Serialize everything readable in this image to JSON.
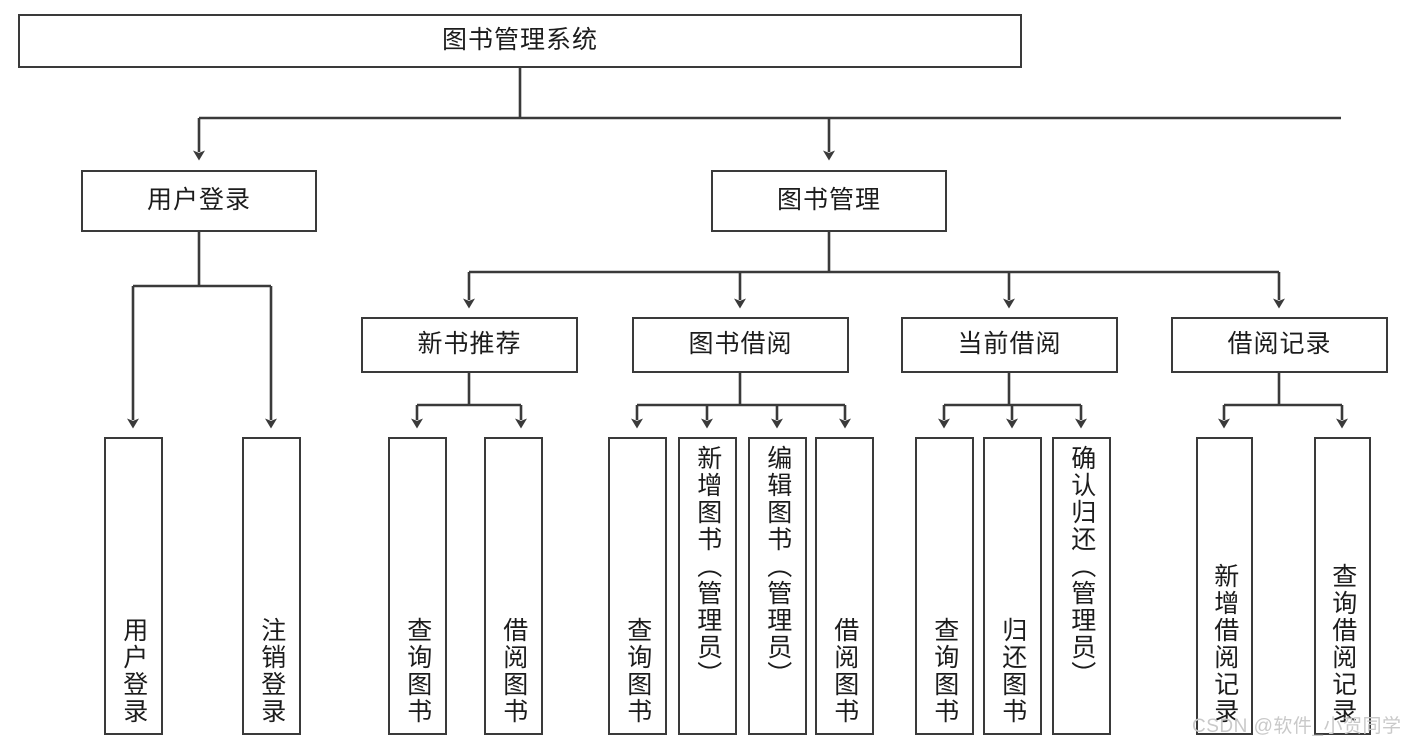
{
  "diagram": {
    "title": "图书管理系统",
    "watermark": "CSDN @软件_小贺同学",
    "line_color": "#3a3a3a",
    "box_fill": "#ffffff",
    "text_color": "#1c1c1c",
    "watermark_color": "#c9c9c9",
    "levels": {
      "root": "图书管理系统",
      "level2": [
        "用户登录",
        "图书管理"
      ],
      "level3": [
        "新书推荐",
        "图书借阅",
        "当前借阅",
        "借阅记录"
      ]
    },
    "nodes": {
      "root": {
        "label": "图书管理系统"
      },
      "user_login": {
        "label": "用户登录"
      },
      "book_manage": {
        "label": "图书管理"
      },
      "new_book_rec": {
        "label": "新书推荐"
      },
      "book_borrow": {
        "label": "图书借阅"
      },
      "current_borrow": {
        "label": "当前借阅"
      },
      "borrow_record": {
        "label": "借阅记录"
      },
      "leaf_user_login": {
        "label": "用户登录"
      },
      "leaf_logout": {
        "label": "注销登录"
      },
      "leaf_query_book_1": {
        "label": "查询图书"
      },
      "leaf_borrow_book_1": {
        "label": "借阅图书"
      },
      "leaf_query_book_2": {
        "label": "查询图书"
      },
      "leaf_add_book": {
        "label": "新增图书（管理员）"
      },
      "leaf_edit_book": {
        "label": "编辑图书（管理员）"
      },
      "leaf_borrow_book_2": {
        "label": "借阅图书"
      },
      "leaf_query_book_3": {
        "label": "查询图书"
      },
      "leaf_return_book": {
        "label": "归还图书"
      },
      "leaf_confirm_return": {
        "label": "确认归还（管理员）"
      },
      "leaf_add_record": {
        "label": "新增借阅记录"
      },
      "leaf_query_record": {
        "label": "查询借阅记录"
      }
    },
    "tree": {
      "name": "图书管理系统",
      "children": [
        {
          "name": "用户登录",
          "children": [
            {
              "name": "用户登录"
            },
            {
              "name": "注销登录"
            }
          ]
        },
        {
          "name": "图书管理",
          "children": [
            {
              "name": "新书推荐",
              "children": [
                {
                  "name": "查询图书"
                },
                {
                  "name": "借阅图书"
                }
              ]
            },
            {
              "name": "图书借阅",
              "children": [
                {
                  "name": "查询图书"
                },
                {
                  "name": "新增图书（管理员）"
                },
                {
                  "name": "编辑图书（管理员）"
                },
                {
                  "name": "借阅图书"
                }
              ]
            },
            {
              "name": "当前借阅",
              "children": [
                {
                  "name": "查询图书"
                },
                {
                  "name": "归还图书"
                },
                {
                  "name": "确认归还（管理员）"
                }
              ]
            },
            {
              "name": "借阅记录",
              "children": [
                {
                  "name": "新增借阅记录"
                },
                {
                  "name": "查询借阅记录"
                }
              ]
            }
          ]
        }
      ]
    }
  }
}
